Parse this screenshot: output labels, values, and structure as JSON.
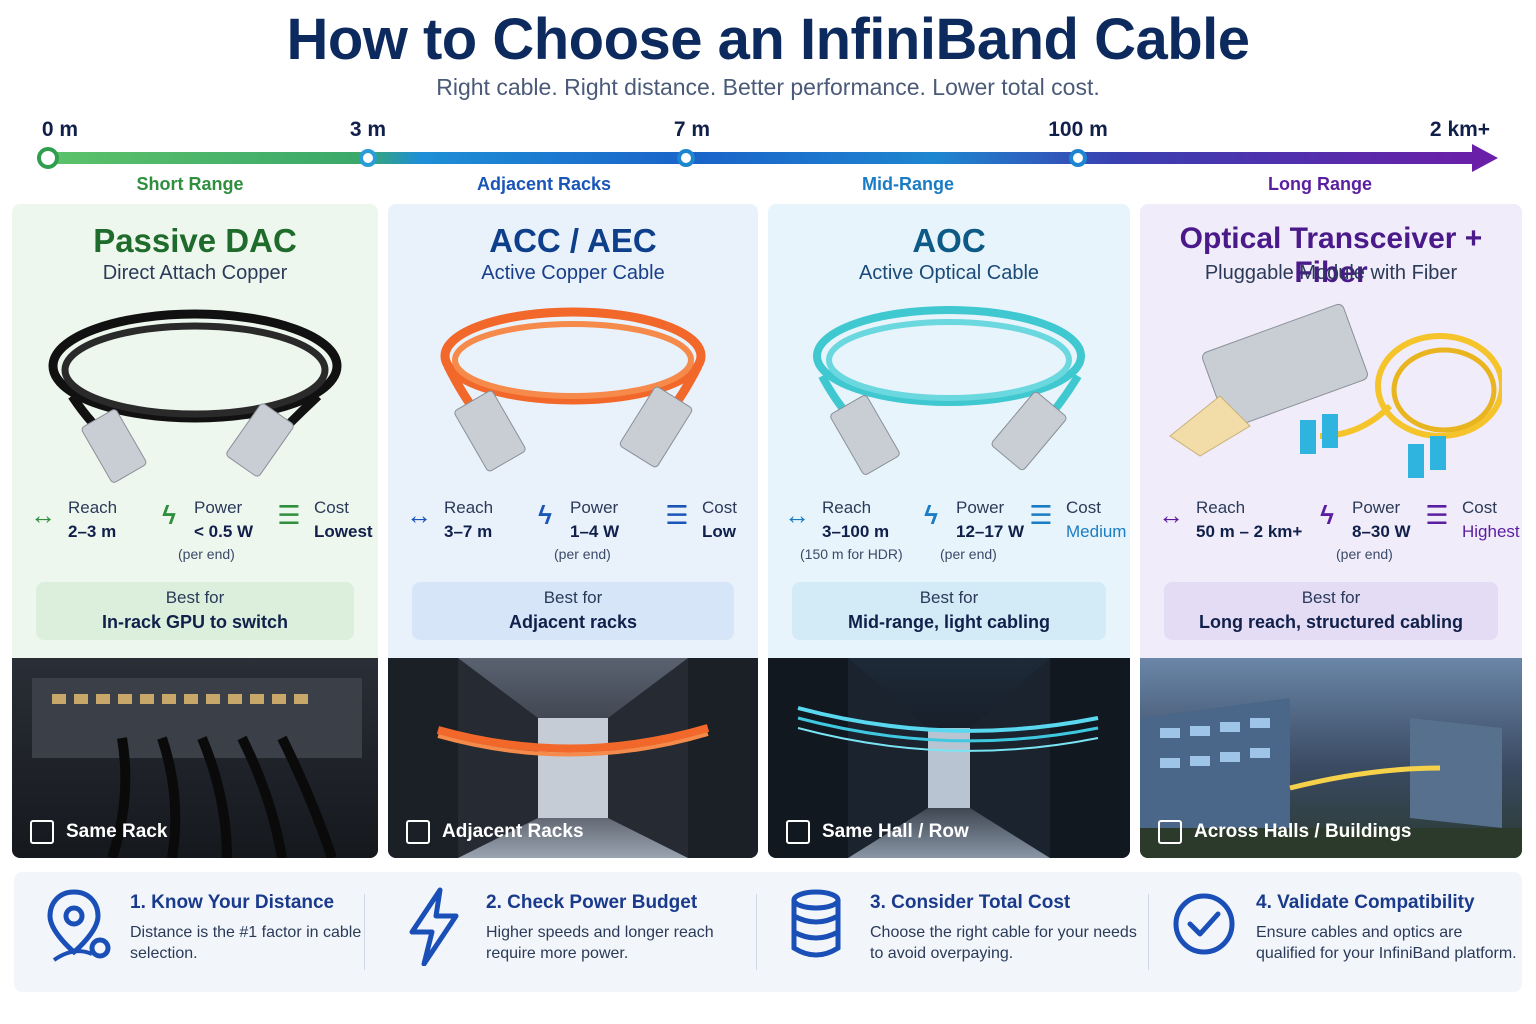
{
  "header": {
    "title": "How to Choose an InfiniBand Cable",
    "subtitle": "Right cable. Right distance. Better performance. Lower total cost."
  },
  "timeline": {
    "ticks": [
      "0 m",
      "3 m",
      "7 m",
      "100 m",
      "2 km+"
    ],
    "ranges": [
      "Short Range",
      "Adjacent Racks",
      "Mid-Range",
      "Long Range"
    ],
    "range_colors": [
      "#2f8f3e",
      "#1a55b8",
      "#1a7cc4",
      "#5a1fa0"
    ]
  },
  "columns": [
    {
      "title": "Passive DAC",
      "subtitle": "Direct Attach Copper",
      "accent": "#1f6b2c",
      "cable_color": "#1a1a1a",
      "reach_label": "Reach",
      "reach_value": "2–3 m",
      "reach_note": "",
      "power_label": "Power",
      "power_value": "< 0.5 W",
      "power_note": "(per end)",
      "cost_label": "Cost",
      "cost_value": "Lowest",
      "bestfor_label": "Best for",
      "bestfor_value": "In-rack GPU to switch",
      "scene_label": "Same Rack",
      "icons": [
        "arrows-horizontal-icon",
        "lightning-icon",
        "database-icon",
        "grid-icon"
      ]
    },
    {
      "title": "ACC / AEC",
      "subtitle": "Active Copper Cable",
      "accent": "#0d3f8a",
      "cable_color": "#f2682a",
      "reach_label": "Reach",
      "reach_value": "3–7 m",
      "reach_note": "",
      "power_label": "Power",
      "power_value": "1–4 W",
      "power_note": "(per end)",
      "cost_label": "Cost",
      "cost_value": "Low",
      "bestfor_label": "Best for",
      "bestfor_value": "Adjacent racks",
      "scene_label": "Adjacent Racks",
      "icons": [
        "arrows-horizontal-icon",
        "lightning-icon",
        "database-icon",
        "grid-icon"
      ]
    },
    {
      "title": "AOC",
      "subtitle": "Active Optical Cable",
      "accent": "#0e5a86",
      "cable_color": "#3fc8d0",
      "reach_label": "Reach",
      "reach_value": "3–100 m",
      "reach_note": "(150 m for HDR)",
      "power_label": "Power",
      "power_value": "12–17 W",
      "power_note": "(per end)",
      "cost_label": "Cost",
      "cost_value": "Medium",
      "bestfor_label": "Best for",
      "bestfor_value": "Mid-range, light cabling",
      "scene_label": "Same Hall / Row",
      "icons": [
        "arrows-horizontal-icon",
        "lightning-icon",
        "database-icon",
        "building-icon"
      ]
    },
    {
      "title": "Optical Transceiver + Fiber",
      "subtitle": "Pluggable Module with Fiber",
      "accent": "#4b1a8a",
      "cable_color": "#f5c32a",
      "reach_label": "Reach",
      "reach_value": "50 m – 2 km+",
      "reach_note": "",
      "power_label": "Power",
      "power_value": "8–30 W",
      "power_note": "(per end)",
      "cost_label": "Cost",
      "cost_value": "Highest",
      "bestfor_label": "Best for",
      "bestfor_value": "Long reach, structured cabling",
      "scene_label": "Across Halls / Buildings",
      "icons": [
        "arrows-horizontal-icon",
        "lightning-icon",
        "database-icon",
        "buildings-icon"
      ]
    }
  ],
  "tips": [
    {
      "title": "1. Know Your Distance",
      "text": "Distance is the #1 factor in cable selection.",
      "icon": "location-pin-icon"
    },
    {
      "title": "2. Check Power Budget",
      "text": "Higher speeds and longer reach require more power.",
      "icon": "lightning-icon"
    },
    {
      "title": "3. Consider Total Cost",
      "text": "Choose the right cable for your needs to avoid overpaying.",
      "icon": "database-icon"
    },
    {
      "title": "4. Validate Compatibility",
      "text": "Ensure cables and optics are qualified for your InfiniBand platform.",
      "icon": "checkmark-circle-icon"
    }
  ],
  "colors": {
    "title": "#0d2a5e",
    "col_bg": [
      "#eef7ee",
      "#e9f1fb",
      "#e8f4fb",
      "#f1ecf9"
    ],
    "bestfor_bg": [
      "#dcefdc",
      "#d6e6f8",
      "#d3ebf7",
      "#e4dcf4"
    ]
  }
}
